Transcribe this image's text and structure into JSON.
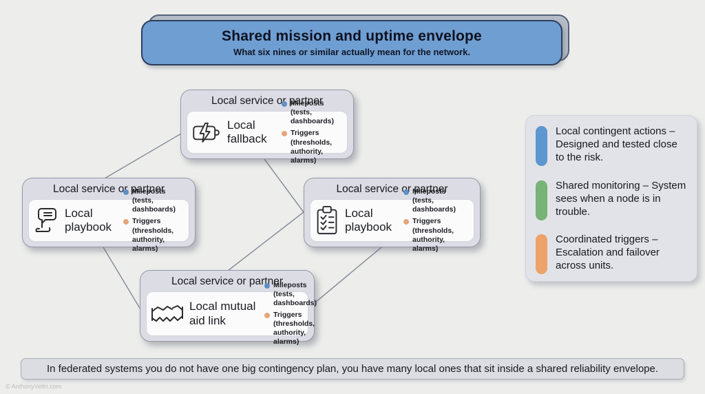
{
  "colors": {
    "background": "#edeeec",
    "banner_fill": "#6f9ed2",
    "banner_border": "#2d3e5c",
    "banner_back": "#b5bcc8",
    "card_fill": "#dcdde4",
    "card_border": "#9597a5",
    "inner_card_fill": "#fbfbfc",
    "legend_fill": "#e2e3e8",
    "legend_blue": "#5e96cf",
    "legend_green": "#77b277",
    "legend_orange": "#eda269",
    "bullet_dot_blue": "#5d8fc7",
    "bullet_dot_orange": "#e5a67c",
    "connector_line": "#8a8c99",
    "text": "#17181c"
  },
  "banner": {
    "heading": "Shared mission and uptime envelope",
    "subtitle": "What six nines or similar actually mean for the network."
  },
  "nodes": [
    {
      "header": "Local service or partner",
      "label": "Local fallback",
      "icon": "battery-charging-icon",
      "bullets": [
        {
          "color": "#5d8fc7",
          "text": "Mileposts (tests, dashboards)"
        },
        {
          "color": "#e5a67c",
          "text": "Triggers (thresholds, authority, alarms)"
        }
      ]
    },
    {
      "header": "Local service or partner",
      "label": "Local playbook",
      "icon": "scroll-speech-icon",
      "bullets": [
        {
          "color": "#5d8fc7",
          "text": "Mileposts (tests, dashboards)"
        },
        {
          "color": "#e5a67c",
          "text": "Triggers (thresholds, authority, alarms)"
        }
      ]
    },
    {
      "header": "Local service or partner",
      "label": "Local playbook",
      "icon": "clipboard-checklist-icon",
      "bullets": [
        {
          "color": "#5d8fc7",
          "text": "Mileposts (tests, dashboards)"
        },
        {
          "color": "#e5a67c",
          "text": "Triggers (thresholds, authority, alarms)"
        }
      ]
    },
    {
      "header": "Local service or partner",
      "label": "Local mutual aid link",
      "icon": "handshake-icon",
      "bullets": [
        {
          "color": "#5d8fc7",
          "text": "Mileposts (tests, dashboards)"
        },
        {
          "color": "#e5a67c",
          "text": "Triggers (thresholds, authority, alarms)"
        }
      ]
    }
  ],
  "legend": {
    "items": [
      {
        "color": "#5e96cf",
        "label": "Local contingent actions – Designed and tested close to the risk."
      },
      {
        "color": "#77b277",
        "label": "Shared monitoring – System sees when a node is in trouble."
      },
      {
        "color": "#eda269",
        "label": "Coordinated triggers – Escalation and failover across units."
      }
    ]
  },
  "footer": {
    "text": "In federated systems you do not have one big contingency plan, you have many local ones that sit inside a shared reliability envelope."
  },
  "watermark": "© AnthonyVeltri.com"
}
